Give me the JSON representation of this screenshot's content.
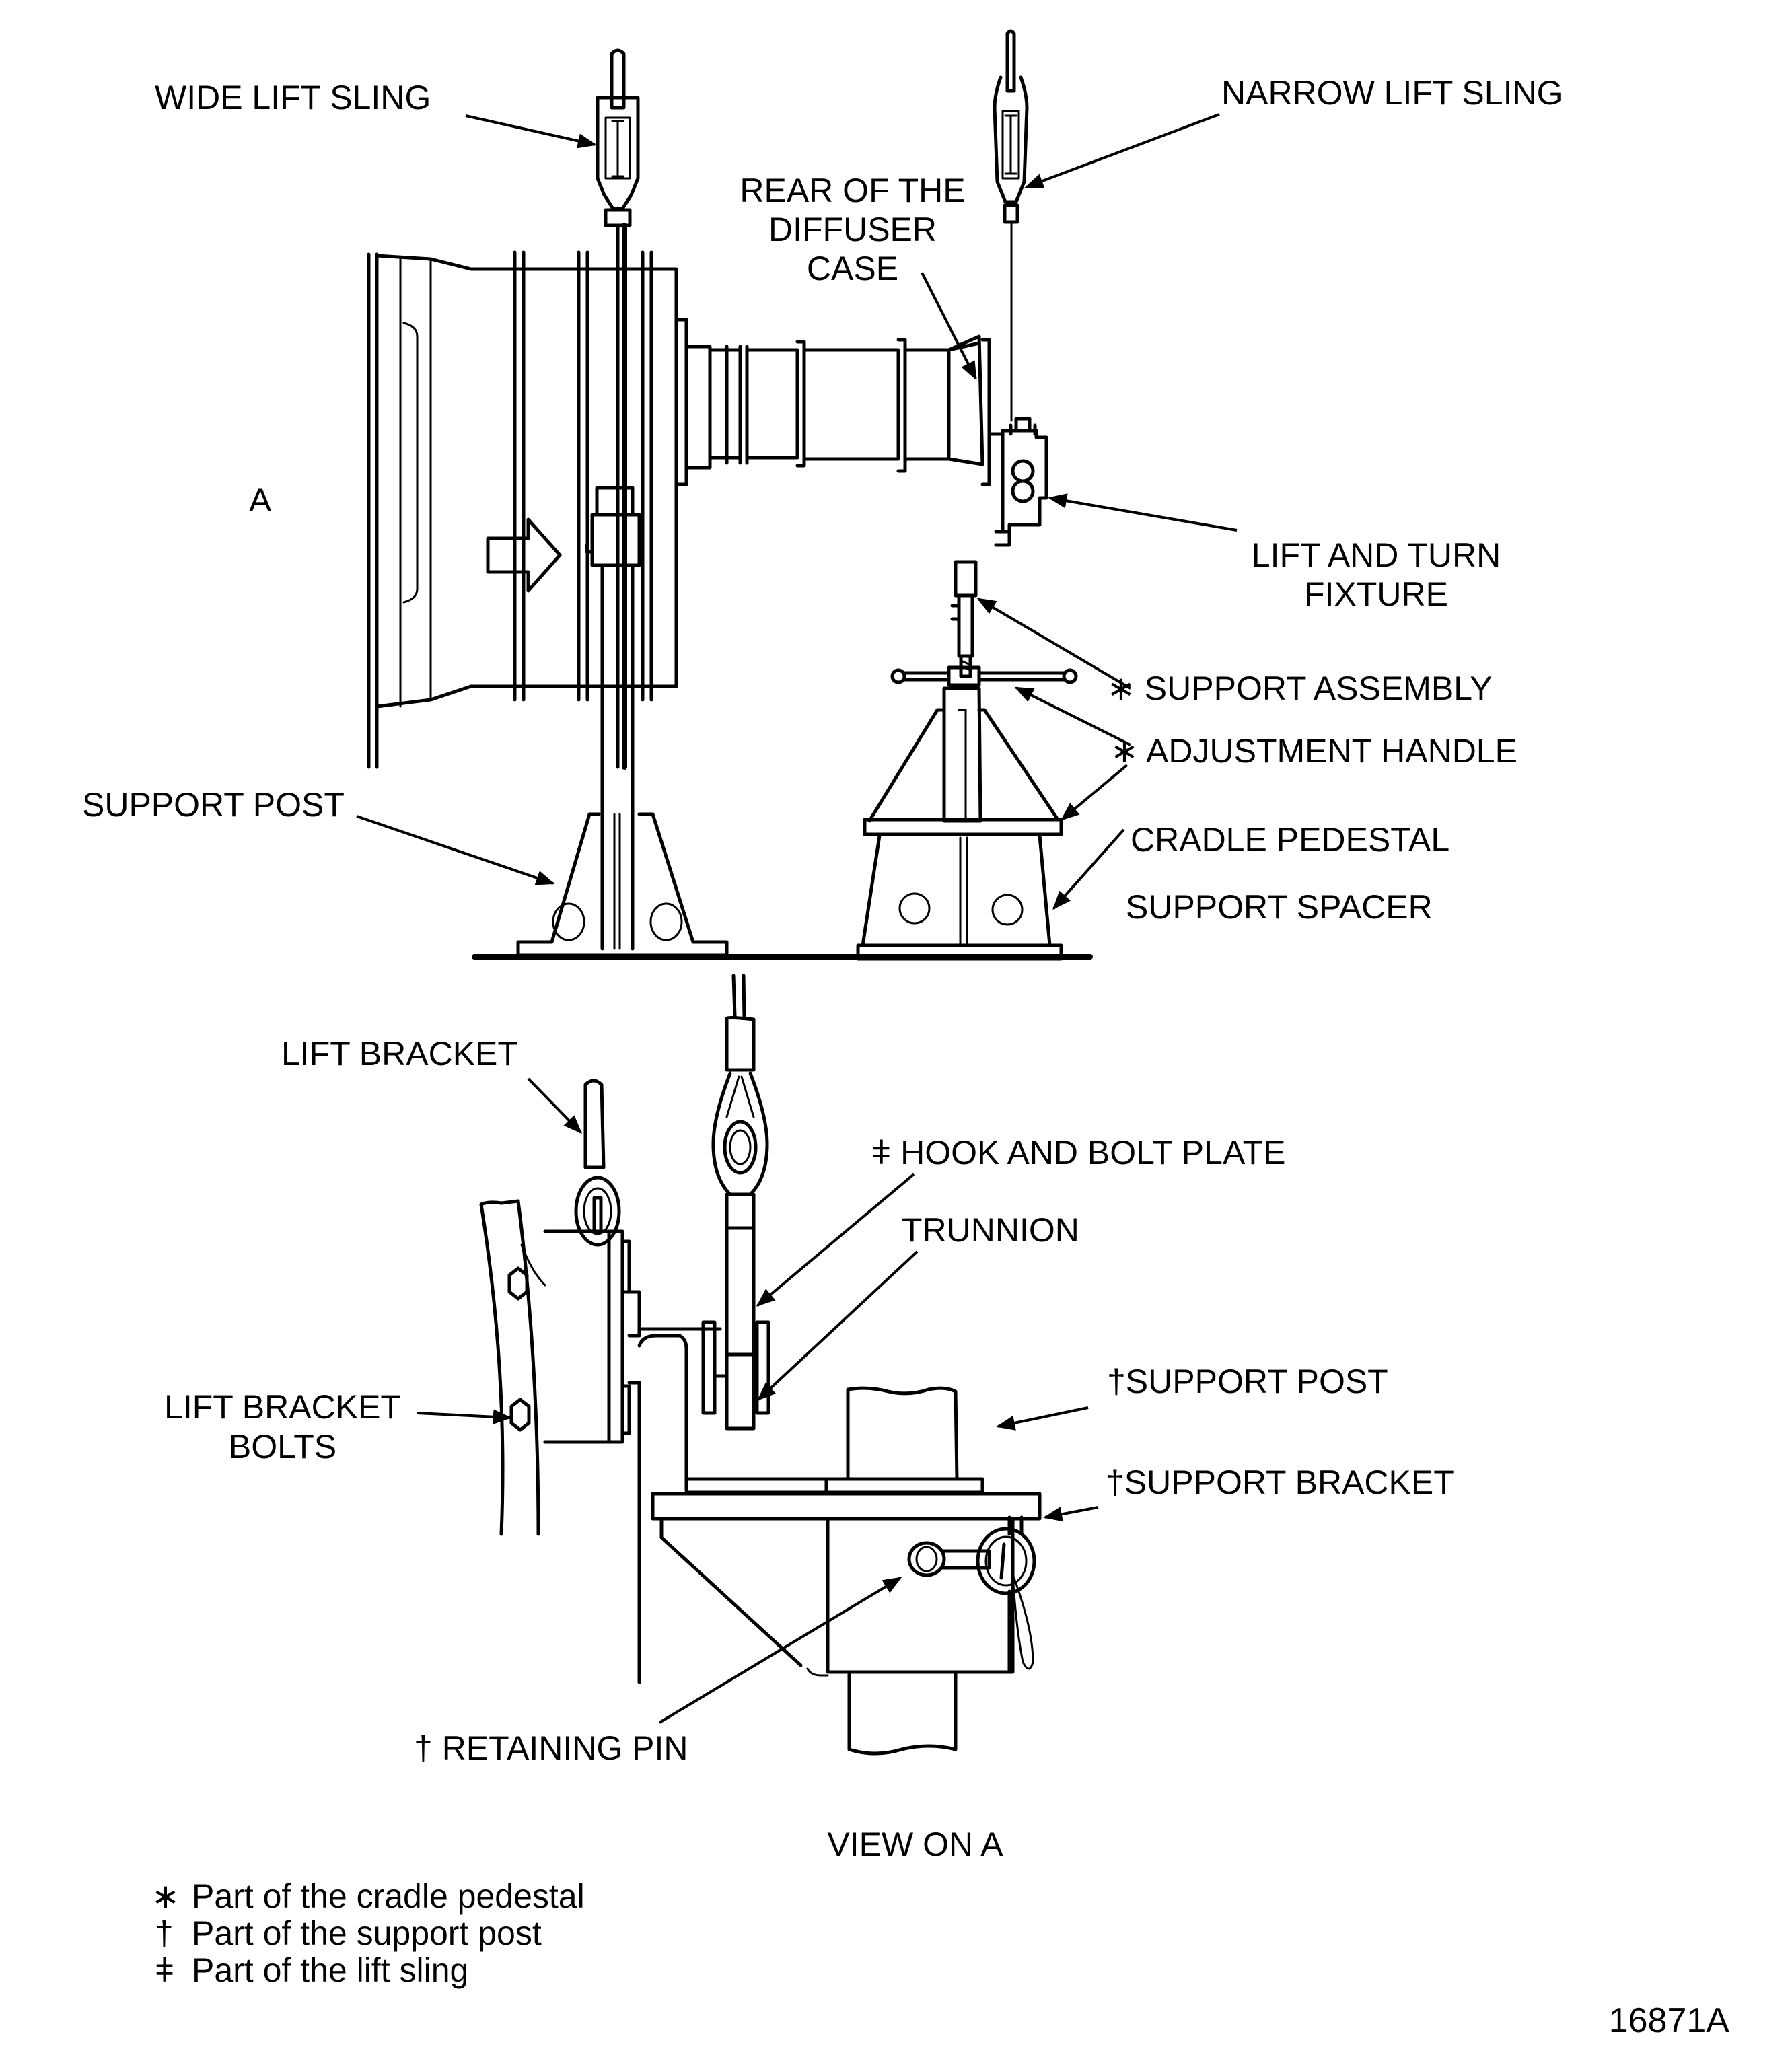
{
  "figure": {
    "figure_number": "16871A",
    "view_title": "VIEW ON A",
    "view_marker": "A"
  },
  "labels": {
    "wide_lift_sling": "WIDE LIFT SLING",
    "narrow_lift_sling": "NARROW LIFT SLING",
    "rear_diffuser_case": [
      "REAR OF THE",
      "DIFFUSER",
      "CASE"
    ],
    "lift_and_turn_fixture": [
      "LIFT AND TURN",
      "FIXTURE"
    ],
    "support_assembly": "∗ SUPPORT ASSEMBLY",
    "adjustment_handle": "∗ ADJUSTMENT HANDLE",
    "support_post": "SUPPORT POST",
    "cradle_pedestal": "CRADLE PEDESTAL",
    "support_spacer": "SUPPORT SPACER",
    "lift_bracket": "LIFT BRACKET",
    "hook_and_bolt_plate": "ǂ HOOK AND BOLT PLATE",
    "trunnion": "TRUNNION",
    "support_post_detail": "†SUPPORT POST",
    "lift_bracket_bolts": [
      "LIFT BRACKET",
      "BOLTS"
    ],
    "support_bracket": "†SUPPORT BRACKET",
    "retaining_pin": "† RETAINING PIN"
  },
  "legend": [
    {
      "symbol": "∗",
      "text": "Part of the cradle pedestal"
    },
    {
      "symbol": "†",
      "text": "Part of the support post"
    },
    {
      "symbol": "ǂ",
      "text": "Part of the lift sling"
    }
  ]
}
